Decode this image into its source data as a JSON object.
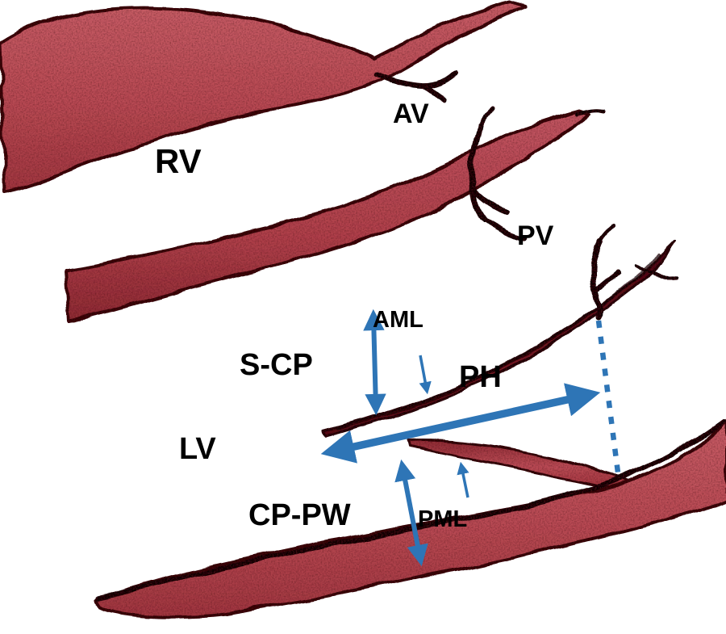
{
  "figure": {
    "labels": {
      "rv": "RV",
      "av": "AV",
      "pv": "PV",
      "aml": "AML",
      "s_cp": "S-CP",
      "ph": "PH",
      "lv": "LV",
      "cp_pw": "CP-PW",
      "pml": "PML"
    },
    "colors": {
      "tissue_red": "#bf4e57",
      "tissue_red_deep": "#9c3038",
      "leaflet_dark": "#6b1a22",
      "tissue_edge_dark": "#30080c",
      "branch_black": "#070304",
      "arrow_blue": "#2e75b6",
      "label_text": "#000000",
      "background": "#ffffff"
    }
  }
}
